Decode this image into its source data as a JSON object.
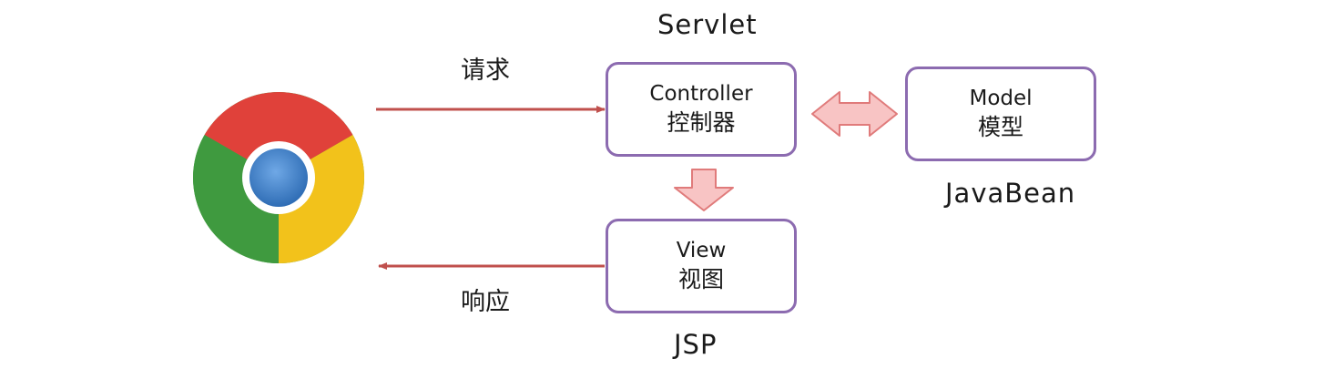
{
  "servlet_label": "Servlet",
  "javabean_label": "JavaBean",
  "jsp_label": "JSP",
  "request_label": "请求",
  "response_label": "响应",
  "controller": {
    "title": "Controller",
    "subtitle": "控制器"
  },
  "model": {
    "title": "Model",
    "subtitle": "模型"
  },
  "view": {
    "title": "View",
    "subtitle": "视图"
  },
  "colors": {
    "box_border": "#8c6bb0",
    "arrow_line": "#c0504d",
    "block_arrow_fill": "#f8c4c4",
    "block_arrow_stroke": "#e07b7b"
  },
  "browser_icon": "chrome-icon"
}
